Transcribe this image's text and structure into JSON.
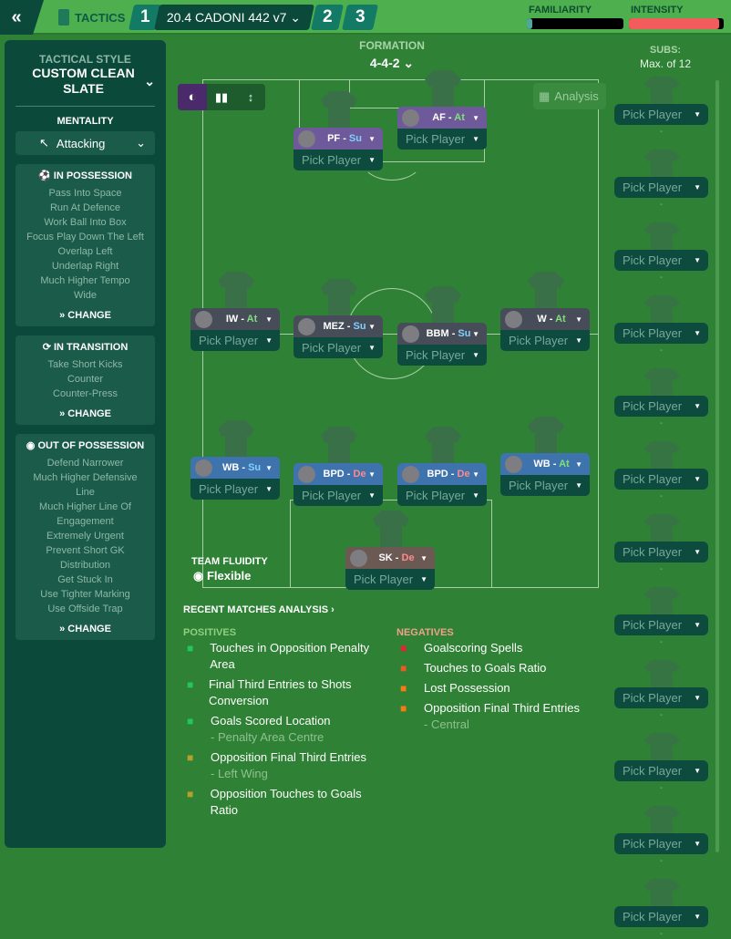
{
  "header": {
    "back": "«",
    "tactics": "TACTICS",
    "slot1": "1",
    "tactic_name": "20.4 CADONI 442 v7",
    "slot2": "2",
    "slot3": "3",
    "familiarity": "FAMILIARITY",
    "intensity": "INTENSITY",
    "familiarity_level": 0.06,
    "intensity_level": 0.95
  },
  "sidebar": {
    "style_label": "TACTICAL STYLE",
    "style_value": "CUSTOM CLEAN SLATE",
    "mentality_label": "MENTALITY",
    "mentality_value": "Attacking",
    "in_possession": {
      "title": "IN POSSESSION",
      "items": [
        "Pass Into Space",
        "Run At Defence",
        "Work Ball Into Box",
        "Focus Play Down The Left",
        "Overlap Left",
        "Underlap Right",
        "Much Higher Tempo",
        "Wide"
      ],
      "change": "CHANGE"
    },
    "in_transition": {
      "title": "IN TRANSITION",
      "items": [
        "Take Short Kicks",
        "Counter",
        "Counter-Press"
      ],
      "change": "CHANGE"
    },
    "out_of_possession": {
      "title": "OUT OF POSSESSION",
      "items": [
        "Defend Narrower",
        "Much Higher Defensive Line",
        "Much Higher Line Of Engagement",
        "Extremely Urgent",
        "Prevent Short GK Distribution",
        "Get Stuck In",
        "Use Tighter Marking",
        "Use Offside Trap"
      ],
      "change": "CHANGE"
    }
  },
  "formation": {
    "label": "FORMATION",
    "value": "4-4-2"
  },
  "analysis_button": "Analysis",
  "fluidity": {
    "label": "TEAM FLUIDITY",
    "value": "Flexible"
  },
  "positions": [
    {
      "role": "PF",
      "duty": "Su",
      "group": "fwd",
      "pick": "Pick Player"
    },
    {
      "role": "AF",
      "duty": "At",
      "group": "fwd",
      "pick": "Pick Player"
    },
    {
      "role": "IW",
      "duty": "At",
      "group": "mid",
      "pick": "Pick Player"
    },
    {
      "role": "MEZ",
      "duty": "Su",
      "group": "mid",
      "pick": "Pick Player"
    },
    {
      "role": "BBM",
      "duty": "Su",
      "group": "mid",
      "pick": "Pick Player"
    },
    {
      "role": "W",
      "duty": "At",
      "group": "mid",
      "pick": "Pick Player"
    },
    {
      "role": "WB",
      "duty": "Su",
      "group": "def",
      "pick": "Pick Player"
    },
    {
      "role": "BPD",
      "duty": "De",
      "group": "def",
      "pick": "Pick Player"
    },
    {
      "role": "BPD",
      "duty": "De",
      "group": "def",
      "pick": "Pick Player"
    },
    {
      "role": "WB",
      "duty": "At",
      "group": "def",
      "pick": "Pick Player"
    },
    {
      "role": "SK",
      "duty": "De",
      "group": "gk",
      "pick": "Pick Player"
    }
  ],
  "subs": {
    "label": "SUBS:",
    "max": "Max. of 12",
    "pick": "Pick Player",
    "count": 12,
    "empty": "-"
  },
  "analysis": {
    "title": "RECENT MATCHES ANALYSIS ›",
    "positives_label": "POSITIVES",
    "negatives_label": "NEGATIVES",
    "positives": [
      {
        "text": "Touches in Opposition Penalty Area",
        "sub": "",
        "color": "#22c55e"
      },
      {
        "text": "Final Third Entries to Shots Conversion",
        "sub": "",
        "color": "#22c55e"
      },
      {
        "text": "Goals Scored Location",
        "sub": "- Penalty Area Centre",
        "color": "#22c55e"
      },
      {
        "text": "Opposition Final Third Entries",
        "sub": "- Left Wing",
        "color": "#b5a02a"
      },
      {
        "text": "Opposition Touches to Goals Ratio",
        "sub": "",
        "color": "#b5a02a"
      }
    ],
    "negatives": [
      {
        "text": "Goalscoring Spells",
        "sub": "",
        "color": "#e0262e"
      },
      {
        "text": "Touches to Goals Ratio",
        "sub": "",
        "color": "#ea5a24"
      },
      {
        "text": "Lost Possession",
        "sub": "",
        "color": "#f57c14"
      },
      {
        "text": "Opposition Final Third Entries",
        "sub": "- Central",
        "color": "#f57c14"
      }
    ]
  },
  "colors": {
    "fwd": "#6e5a9a",
    "mid": "#474d58",
    "def": "#3f73ad",
    "gk": "#6b5953",
    "At": "#7ee07a",
    "Su": "#7fd0ff",
    "De": "#ff8a8a"
  }
}
